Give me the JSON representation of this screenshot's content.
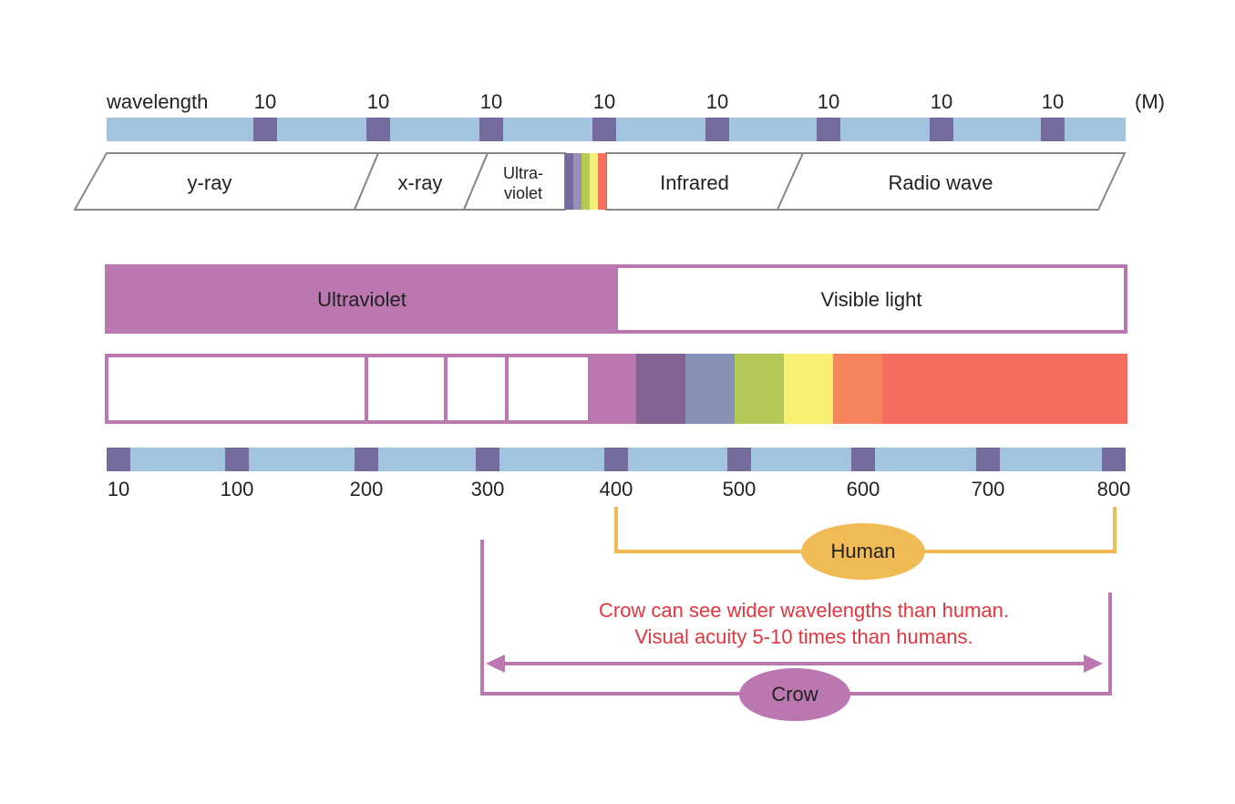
{
  "colors": {
    "scale_bar": "#a3c4de",
    "scale_tick": "#756b9e",
    "uv_purple": "#bb77b0",
    "human": "#f0bb55",
    "note_red": "#e8343c",
    "band_outline": "#888888"
  },
  "top_scale": {
    "label": "wavelength",
    "ticks": [
      "10",
      "10",
      "10",
      "10",
      "10",
      "10",
      "10",
      "10"
    ],
    "unit": "(M)"
  },
  "bands": [
    {
      "label": "y-ray"
    },
    {
      "label": "x-ray"
    },
    {
      "label_lines": [
        "Ultra-",
        "violet"
      ]
    },
    {
      "label": "Infrared"
    },
    {
      "label": "Radio wave"
    }
  ],
  "visible_strip_colors": [
    "#756b9e",
    "#9a8fb8",
    "#b5c955",
    "#f5ef75",
    "#f3725e"
  ],
  "range_bar": {
    "left_label": "Ultraviolet",
    "right_label": "Visible light"
  },
  "spectrum_colors": [
    "#bb77b0",
    "#836494",
    "#8592b6",
    "#b4c957",
    "#f7ef73",
    "#f3845c",
    "#f36d60"
  ],
  "bottom_scale": {
    "ticks": [
      "10",
      "100",
      "200",
      "300",
      "400",
      "500",
      "600",
      "700",
      "800"
    ]
  },
  "human": {
    "label": "Human"
  },
  "crow": {
    "label": "Crow"
  },
  "note_lines": [
    "Crow can see wider wavelengths than human.",
    "Visual acuity 5-10 times than humans."
  ]
}
